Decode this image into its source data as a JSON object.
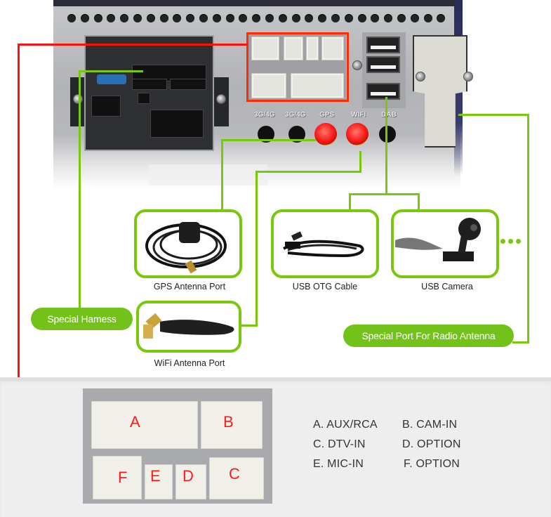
{
  "device_ports": {
    "labels": [
      "3G/4G",
      "3G/4G",
      "GPS",
      "WIFI",
      "DAB"
    ]
  },
  "accessories": [
    {
      "id": "gps",
      "label": "GPS Antenna Port"
    },
    {
      "id": "usb-otg",
      "label": "USB OTG Cable"
    },
    {
      "id": "usb-camera",
      "label": "USB Camera"
    },
    {
      "id": "wifi",
      "label": "WiFi Antenna Port"
    }
  ],
  "callouts": {
    "harness": "Special Hamess",
    "radio": "Special Port For Radio Antenna",
    "more": "..."
  },
  "connector_letters": [
    "A",
    "B",
    "F",
    "E",
    "D",
    "C"
  ],
  "legend": [
    {
      "key": "A",
      "text": "A. AUX/RCA"
    },
    {
      "key": "B",
      "text": "B. CAM-IN"
    },
    {
      "key": "C",
      "text": "C. DTV-IN"
    },
    {
      "key": "D",
      "text": "D. OPTION"
    },
    {
      "key": "E",
      "text": "E. MIC-IN"
    },
    {
      "key": "F",
      "text": "F. OPTION"
    }
  ],
  "colors": {
    "callout_green": "#7ac80e",
    "highlight_red": "#ff1010"
  }
}
